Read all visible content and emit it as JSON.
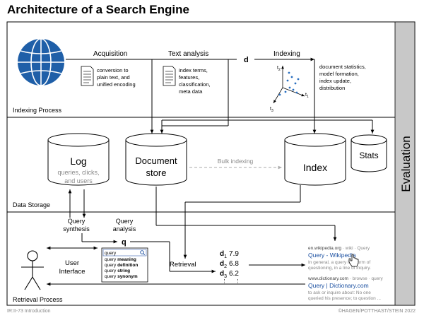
{
  "title": "Architecture of a Search Engine",
  "sections": {
    "indexing": "Indexing Process",
    "storage": "Data Storage",
    "retrieval": "Retrieval Process",
    "evaluation": "Evaluation"
  },
  "indexing": {
    "acquisition": "Acquisition",
    "text_analysis": "Text analysis",
    "d_symbol": "d",
    "indexing_label": "Indexing",
    "acq_note": [
      "conversion to",
      "plain text, and",
      "unified encoding"
    ],
    "ta_note": [
      "index terms,",
      "features,",
      "classification,",
      "meta data"
    ],
    "idx_note": [
      "document statistics,",
      "model formation,",
      "index update,",
      "distribution"
    ],
    "axes": {
      "t1": "t",
      "t1_sub": "1",
      "t2": "t",
      "t2_sub": "2",
      "t3": "t",
      "t3_sub": "3"
    }
  },
  "storage": {
    "log_title": "Log",
    "log_sub": [
      "queries, clicks,",
      "and users"
    ],
    "doc_store": [
      "Document",
      "store"
    ],
    "bulk": "Bulk indexing",
    "index": "Index",
    "stats": "Stats"
  },
  "retrieval": {
    "query_synthesis": [
      "Query",
      "synthesis"
    ],
    "query_analysis": [
      "Query",
      "analysis"
    ],
    "q_symbol": "q",
    "user_interface": [
      "User",
      "Interface"
    ],
    "retrieval_label": "Retrieval",
    "search_box": {
      "input": "query",
      "suggestions": [
        {
          "prefix": "query",
          "bold": "meaning"
        },
        {
          "prefix": "query",
          "bold": "definition"
        },
        {
          "prefix": "query",
          "bold": "string"
        },
        {
          "prefix": "query",
          "bold": "synonym"
        }
      ]
    },
    "ranking": [
      {
        "d": "d",
        "sub": "1",
        "score": "7.9"
      },
      {
        "d": "d",
        "sub": "2",
        "score": "6.8"
      },
      {
        "d": "d",
        "sub": "3",
        "score": "6.2"
      }
    ],
    "results": [
      {
        "url": "en.wikipedia.org",
        "meta": " · wiki · Query",
        "title": "Query - Wikipedia",
        "snippet": [
          "In general, a query is a form of",
          "questioning, in a line of inquiry."
        ]
      },
      {
        "url": "www.dictionary.com",
        "meta": " · browse · query",
        "title": "Query | Dictionary.com",
        "snippet": [
          "to ask or inquire about: No one",
          "queried his presence; to question ..."
        ]
      }
    ]
  },
  "footer": {
    "left": "IR:II-73   Introduction",
    "right": "©HAGEN/POTTHAST/STEIN 2022"
  },
  "colors": {
    "evaluation_bar": "#c8c8c8",
    "globe": "#1f5fa8",
    "link": "#1a4fa0",
    "dots": "#2a6fc0",
    "bulk_arrow": "#aaaaaa"
  }
}
